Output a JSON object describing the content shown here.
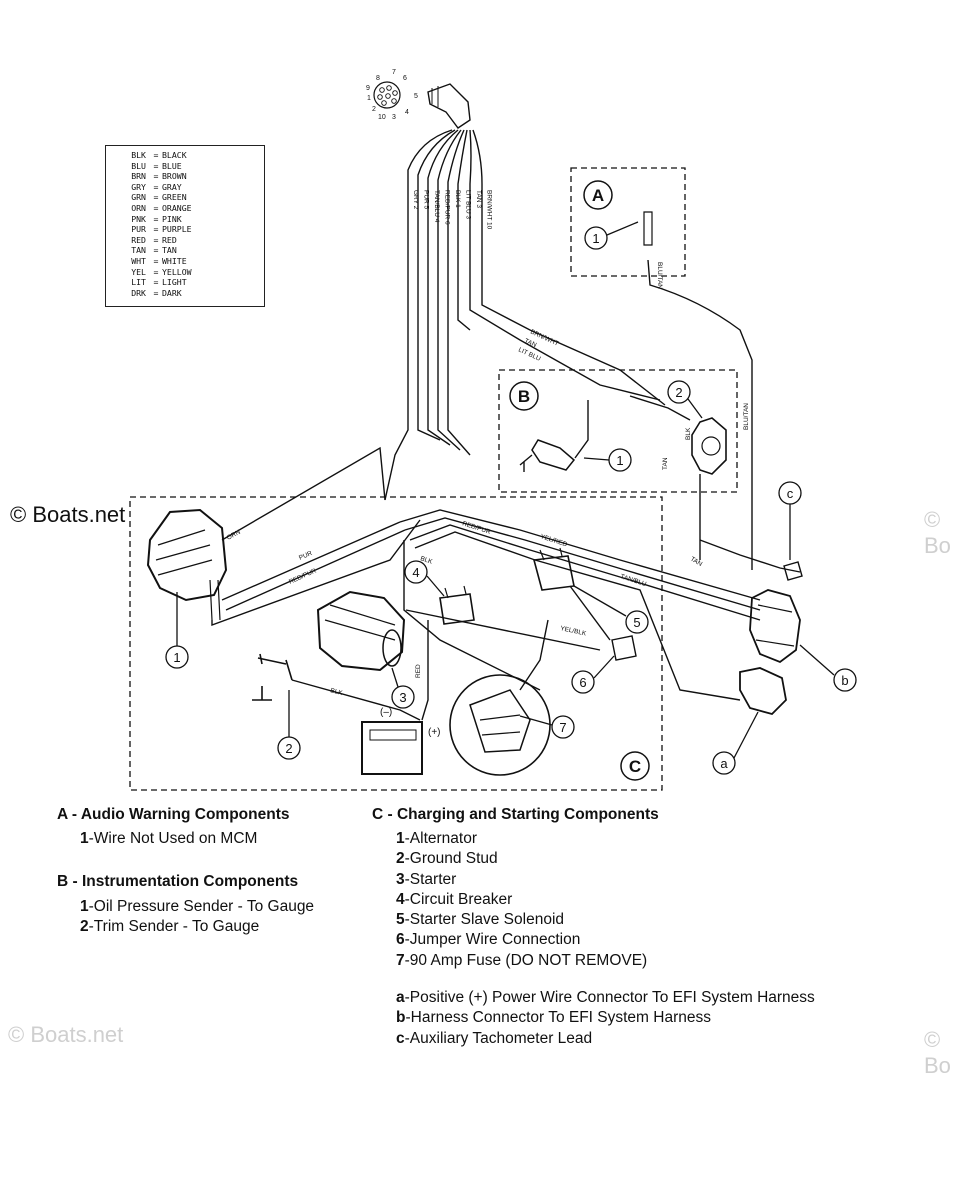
{
  "watermarks": {
    "main": "© Boats.net",
    "faint_left": "© Boats.net",
    "faint_right_top": "© Bo",
    "faint_right_bottom": "© Bo"
  },
  "legend": [
    {
      "abbr": "BLK",
      "full": "BLACK"
    },
    {
      "abbr": "BLU",
      "full": "BLUE"
    },
    {
      "abbr": "BRN",
      "full": "BROWN"
    },
    {
      "abbr": "GRY",
      "full": "GRAY"
    },
    {
      "abbr": "GRN",
      "full": "GREEN"
    },
    {
      "abbr": "ORN",
      "full": "ORANGE"
    },
    {
      "abbr": "PNK",
      "full": "PINK"
    },
    {
      "abbr": "PUR",
      "full": "PURPLE"
    },
    {
      "abbr": "RED",
      "full": "RED"
    },
    {
      "abbr": "TAN",
      "full": "TAN"
    },
    {
      "abbr": "WHT",
      "full": "WHITE"
    },
    {
      "abbr": "YEL",
      "full": "YELLOW"
    },
    {
      "abbr": "LIT",
      "full": "LIGHT"
    },
    {
      "abbr": "DRK",
      "full": "DARK"
    }
  ],
  "legend_eq": "=",
  "section_labels": {
    "A": "A",
    "B": "B",
    "C": "C"
  },
  "callouts": {
    "a": "a",
    "b": "b",
    "c": "c",
    "A1": "1",
    "B1": "1",
    "B2": "2",
    "C1": "1",
    "C2": "2",
    "C3": "3",
    "C4": "4",
    "C5": "5",
    "C6": "6",
    "C7": "7"
  },
  "battery": {
    "neg": "(–)",
    "pos": "(+)"
  },
  "connector_pins": [
    "7",
    "8",
    "9",
    "1",
    "2",
    "10",
    "3",
    "4",
    "5",
    "6"
  ],
  "harness_wires": [
    "GRY 2",
    "PUR 5",
    "TAN/BLU 4",
    "RED/PUR 6",
    "BLK 1",
    "LIT BLU 3",
    "TAN 3",
    "BRN/WHT 10"
  ],
  "wire_labels": {
    "blu_tan_a": "BLU/TAN",
    "blu_tan": "BLU/TAN",
    "brn_wht": "BRN/WHT",
    "tan": "TAN",
    "lit_blu": "LIT BLU",
    "tan_b": "TAN",
    "blk_b": "BLK",
    "orn": "ORN",
    "pur": "PUR",
    "red_pur": "RED/PUR",
    "blk": "BLK",
    "red": "RED",
    "yel_red": "YEL/RED",
    "red_pur2": "RED/PUR",
    "blk2": "BLK",
    "tan_blu": "TAN/BLU",
    "yel_blk": "YEL/BLK",
    "tan2": "TAN"
  },
  "captions": {
    "A": {
      "heading": "A - Audio Warning Components",
      "items": [
        {
          "num": "1",
          "text": "-Wire Not Used on MCM"
        }
      ]
    },
    "B": {
      "heading": "B - Instrumentation Components",
      "items": [
        {
          "num": "1",
          "text": "-Oil Pressure Sender - To Gauge"
        },
        {
          "num": "2",
          "text": "-Trim Sender - To Gauge"
        }
      ]
    },
    "C": {
      "heading": "C - Charging and Starting Components",
      "items": [
        {
          "num": "1",
          "text": "-Alternator"
        },
        {
          "num": "2",
          "text": "-Ground Stud"
        },
        {
          "num": "3",
          "text": "-Starter"
        },
        {
          "num": "4",
          "text": "-Circuit Breaker"
        },
        {
          "num": "5",
          "text": "-Starter Slave Solenoid"
        },
        {
          "num": "6",
          "text": "-Jumper Wire Connection"
        },
        {
          "num": "7",
          "text": "-90 Amp Fuse (DO NOT REMOVE)"
        }
      ],
      "letter_items": [
        {
          "num": "a",
          "text": "-Positive (+) Power Wire Connector To EFI System Harness"
        },
        {
          "num": "b",
          "text": "-Harness Connector To EFI System Harness"
        },
        {
          "num": "c",
          "text": "-Auxiliary Tachometer Lead"
        }
      ]
    }
  },
  "colors": {
    "ink": "#111111",
    "watermark": "#cfcfcf"
  }
}
